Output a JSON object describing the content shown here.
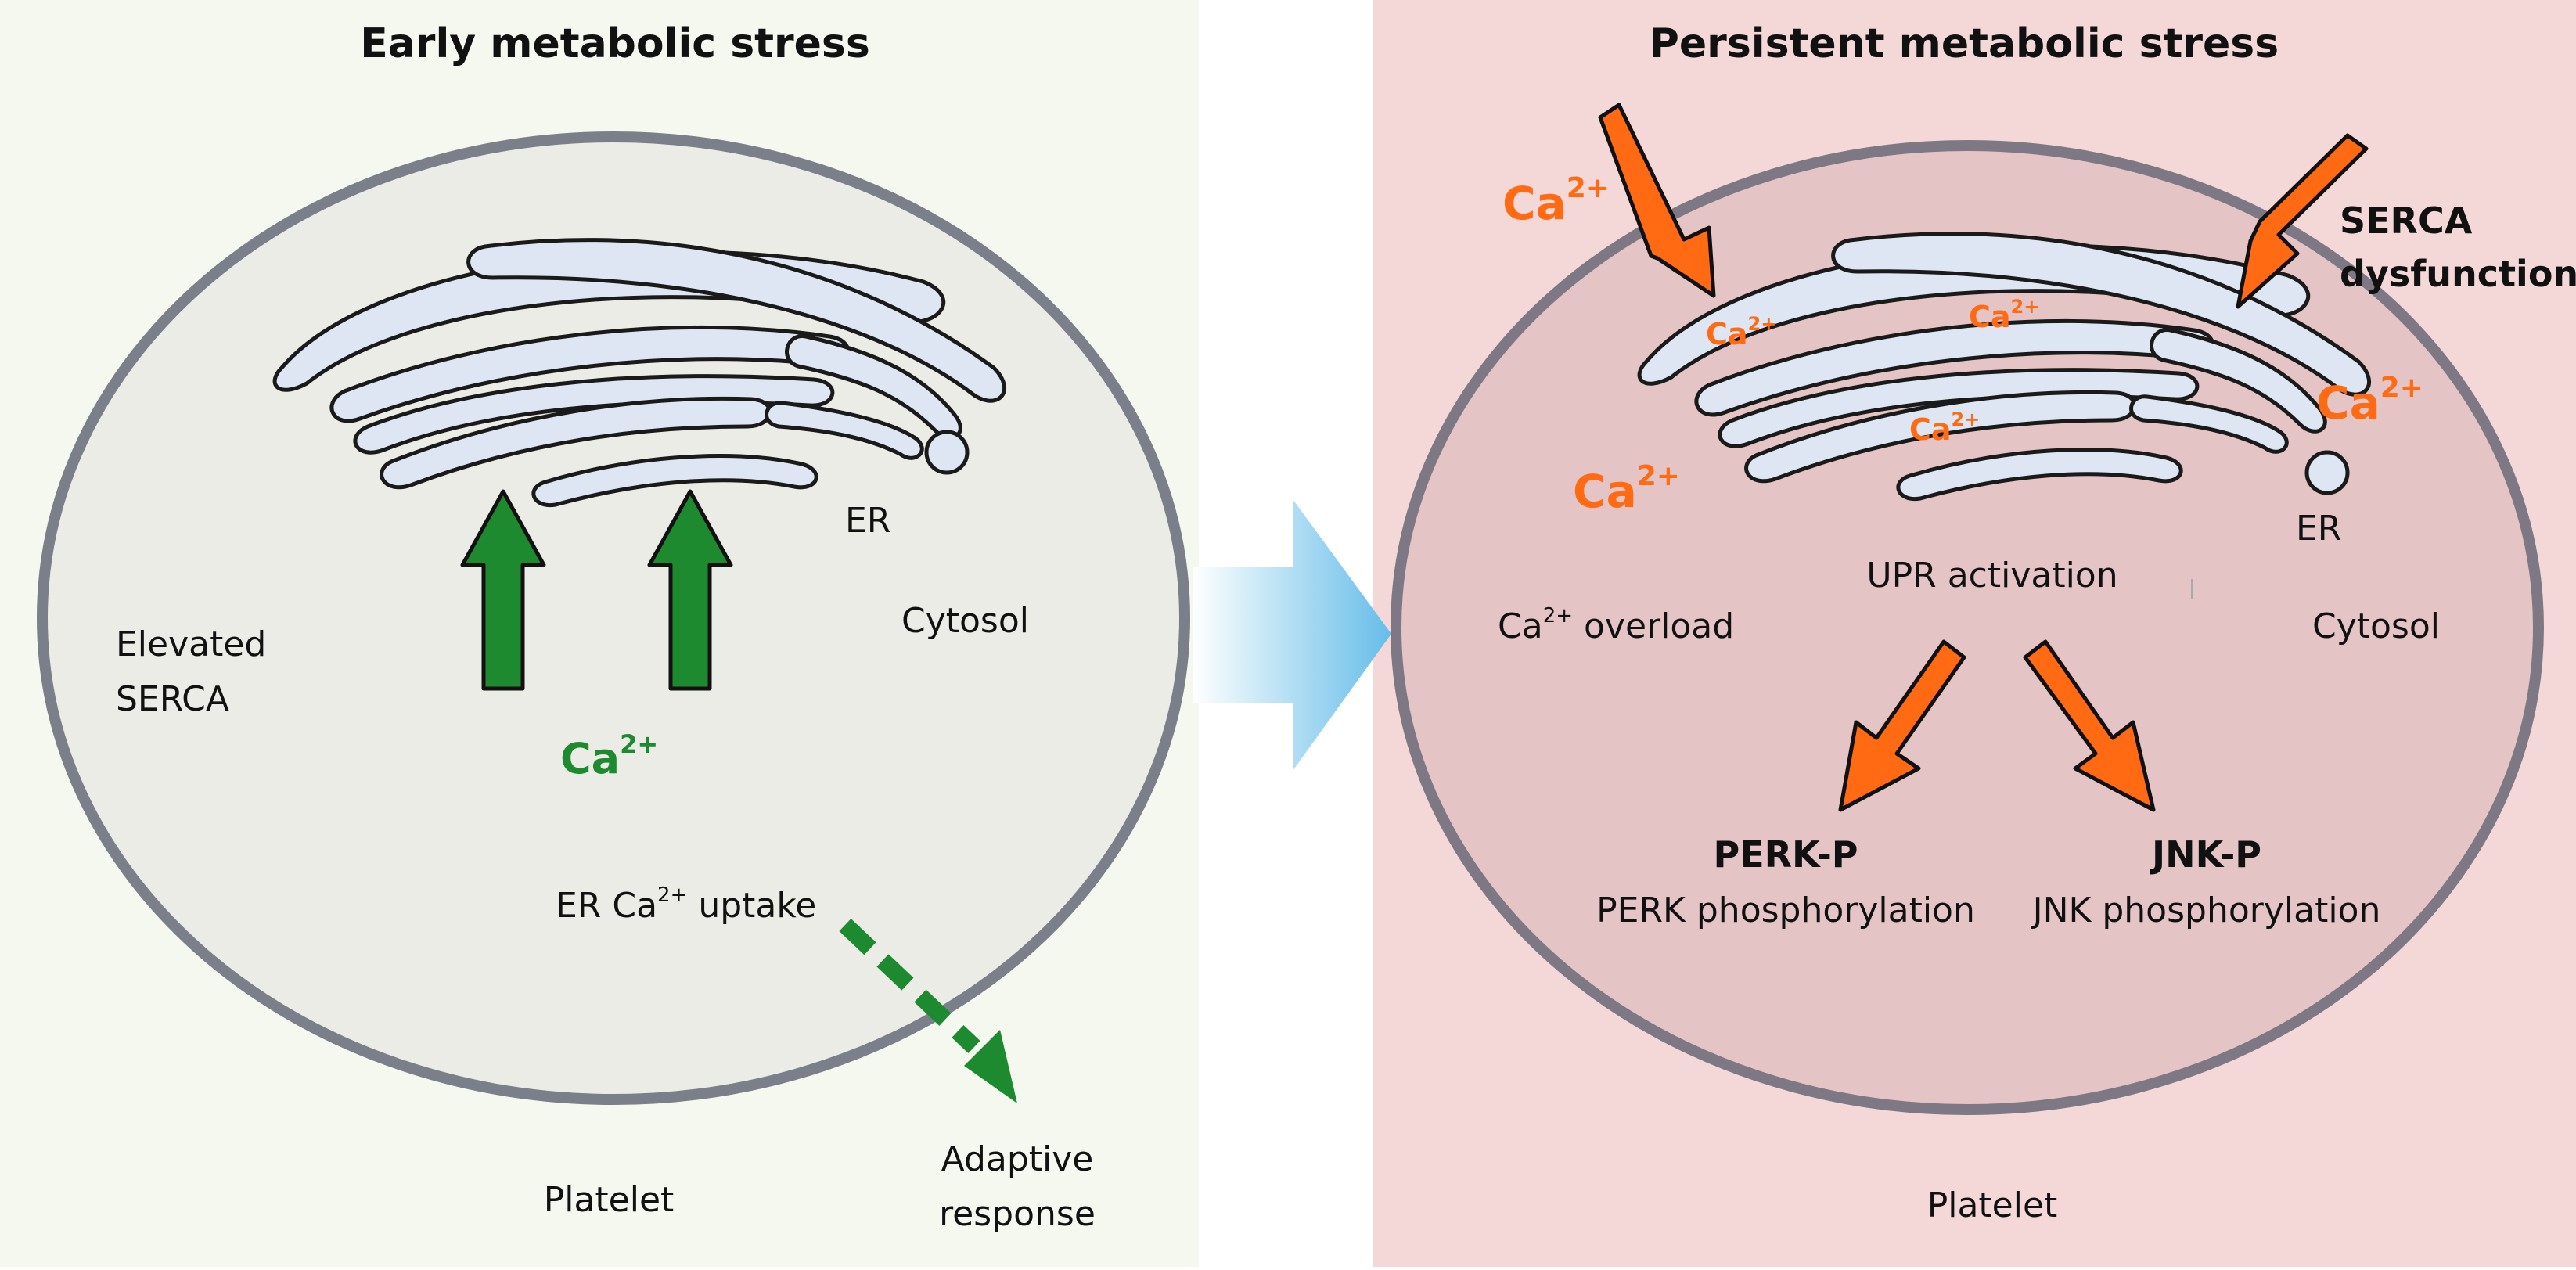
{
  "left_panel": {
    "title": "Early metabolic stress",
    "er_label": "ER",
    "cytosol_label": "Cytosol",
    "serca_label_line1": "Elevated",
    "serca_label_line2": "SERCA",
    "ca_ion": "Ca",
    "ca_charge": "2+",
    "uptake_prefix": "ER Ca",
    "uptake_charge": "2+",
    "uptake_suffix": " uptake",
    "adaptive_line1": "Adaptive",
    "adaptive_line2": "response",
    "platelet_label": "Platelet"
  },
  "right_panel": {
    "title": "Persistent metabolic stress",
    "ca_ion": "Ca",
    "ca_charge": "2+",
    "serca_line1": "SERCA",
    "serca_line2": "dysfunction",
    "er_label": "ER",
    "upr_label": "UPR activation",
    "overload_prefix": "Ca",
    "overload_charge": "2+",
    "overload_suffix": " overload",
    "cytosol_label": "Cytosol",
    "perk_title": "PERK-P",
    "perk_desc": "PERK phosphorylation",
    "jnk_title": "JNK-P",
    "jnk_desc": "JNK phosphorylation",
    "platelet_label": "Platelet"
  },
  "colors": {
    "left_bg": "#f5f8ef",
    "right_bg": "#f4d8d7",
    "left_cell": "#ecece6",
    "right_cell": "#e4c4c4",
    "membrane": "#7a7f8a",
    "er_fill": "#dde6f2",
    "green": "#1e8a2f",
    "orange": "#ff6a13",
    "transition_arrow": "#78c3ea"
  }
}
